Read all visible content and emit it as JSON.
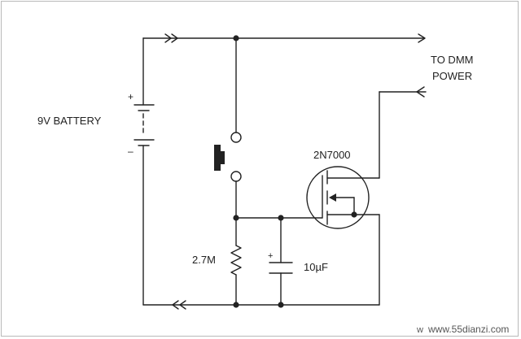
{
  "labels": {
    "battery": "9V BATTERY",
    "battery_plus": "+",
    "battery_minus": "–",
    "transistor": "2N7000",
    "to_dmm_line1": "TO DMM",
    "to_dmm_line2": "POWER",
    "resistor": "2.7M",
    "capacitor": "10µF",
    "capacitor_plus": "+"
  },
  "watermark": {
    "prefix": "w",
    "site": "www.55dianzi.com"
  },
  "colors": {
    "line": "#222222",
    "frame": "#b9b9b9"
  }
}
